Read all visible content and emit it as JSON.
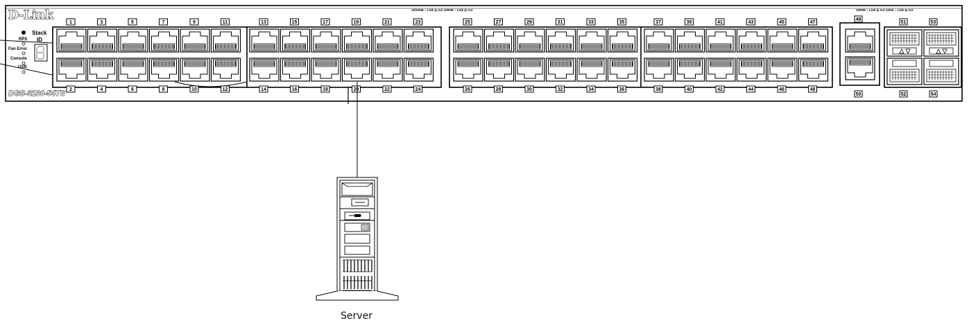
{
  "switch": {
    "brand": "D-Link",
    "model": "DGS-3130-54TS",
    "leds": {
      "rps": "RPS",
      "fan_error": "Fan Error",
      "console": "Console",
      "usb": "USB",
      "stack": "Stack",
      "id": "ID"
    },
    "speed_legend_left": "10/100M ○ Link ◎ Act   1000M ○ Link ◎ Act",
    "speed_legend_right": "1000M ○ Link ◎ Act   10GE ○ Link ◎ Act",
    "port_labels_top": [
      "1",
      "3",
      "5",
      "7",
      "9",
      "11",
      "13",
      "15",
      "17",
      "19",
      "21",
      "23",
      "25",
      "27",
      "29",
      "31",
      "33",
      "35",
      "37",
      "39",
      "41",
      "43",
      "45",
      "47"
    ],
    "port_labels_bottom": [
      "2",
      "4",
      "6",
      "8",
      "10",
      "12",
      "14",
      "16",
      "18",
      "20",
      "22",
      "24",
      "26",
      "28",
      "30",
      "32",
      "34",
      "36",
      "38",
      "40",
      "42",
      "44",
      "46",
      "48"
    ],
    "combo_ports": [
      "49",
      "50"
    ],
    "sfp_ports_top": [
      "51",
      "53"
    ],
    "sfp_ports_bottom": [
      "52",
      "54"
    ]
  },
  "server": {
    "caption": "Server"
  }
}
